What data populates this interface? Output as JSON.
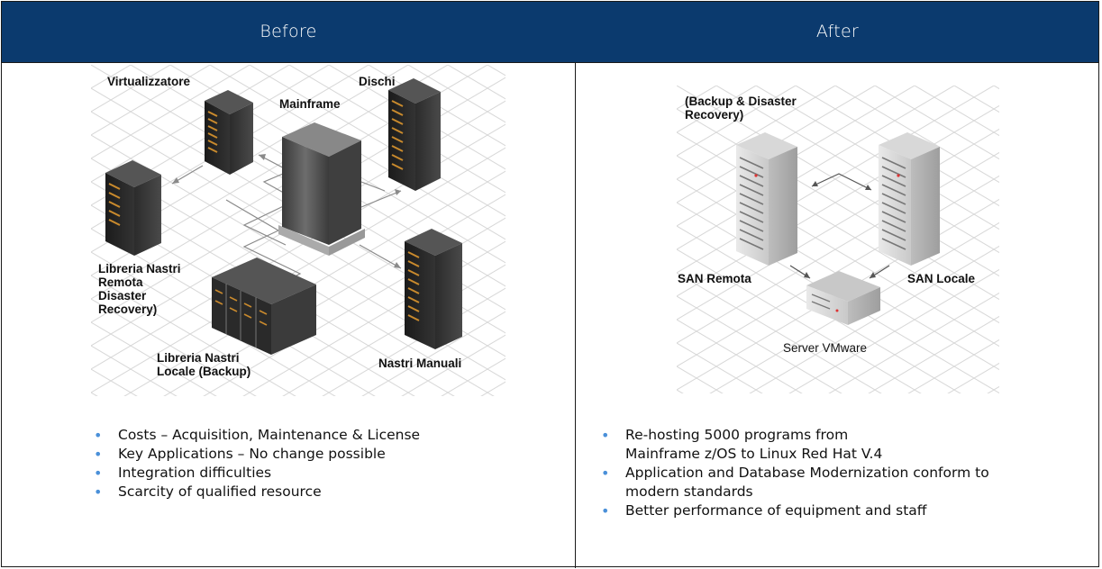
{
  "header": {
    "before": "Before",
    "after": "After"
  },
  "before_diagram": {
    "labels": {
      "virtualizzatore": "Virtualizzatore",
      "dischi": "Dischi",
      "mainframe": "Mainframe",
      "libreria_remota": "Libreria Nastri\nRemota\nDisaster\nRecovery)",
      "libreria_locale": "Libreria Nastri\nLocale (Backup)",
      "nastri_manuali": "Nastri Manuali"
    }
  },
  "after_diagram": {
    "labels": {
      "backup_dr": "(Backup & Disaster\nRecovery)",
      "san_remota": "SAN Remota",
      "san_locale": "SAN Locale",
      "server_vmware": "Server VMware"
    }
  },
  "before_bullets": [
    "Costs – Acquisition, Maintenance & License",
    "Key Applications – No change possible",
    "Integration difficulties",
    "Scarcity of qualified resource"
  ],
  "after_bullets": [
    "Re-hosting 5000 programs from\nMainframe z/OS to Linux Red Hat V.4",
    "Application and Database Modernization conform to\nmodern standards",
    "Better performance of equipment and staff"
  ],
  "colors": {
    "header_bg": "#0b3a6e",
    "bullet": "#4a90d9"
  }
}
